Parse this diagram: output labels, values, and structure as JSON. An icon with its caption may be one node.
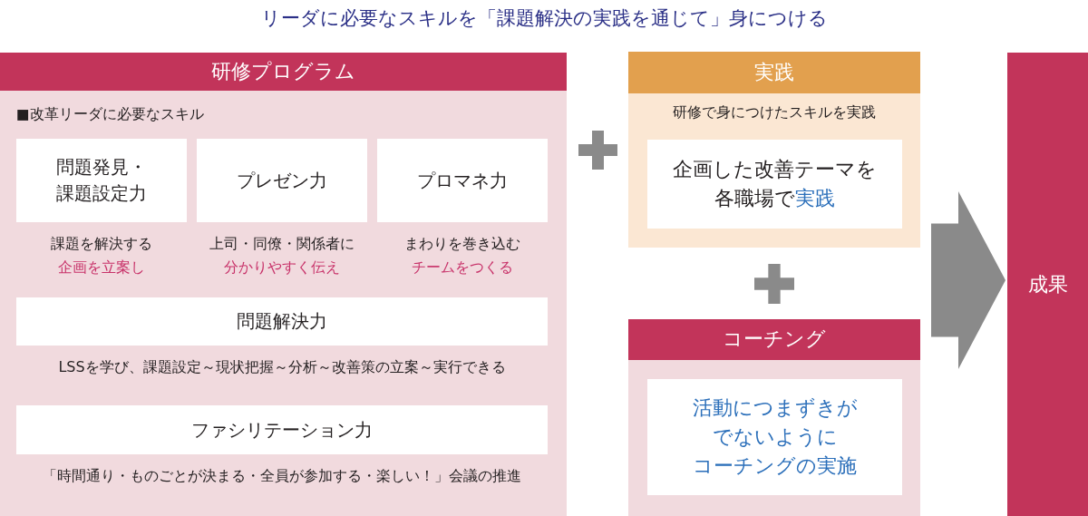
{
  "diagram": {
    "title": "リーダに必要なスキルを「課題解決の実践を通じて」身につける",
    "nodes": [
      {
        "text": [
          "研修プログラム",
          "■改革リーダに必要なスキル"
        ]
      },
      {
        "text": [
          "問題発見・課題設定力"
        ],
        "in": 0,
        "beside": [
          "課題を解決する",
          "企画を立案し"
        ]
      },
      {
        "text": [
          "プレゼン力"
        ],
        "in": 0,
        "beside": [
          "上司・同僚・関係者に",
          "分かりやすく伝え"
        ]
      },
      {
        "text": [
          "プロマネ力"
        ],
        "in": 0,
        "beside": [
          "まわりを巻き込む",
          "チームをつくる"
        ]
      },
      {
        "text": [
          "問題解決力"
        ],
        "in": 0,
        "beside": [
          "LSSを学び、課題設定～現状把握～分析～改善策の立案～実行できる"
        ]
      },
      {
        "text": [
          "ファシリテーション力"
        ],
        "in": 0,
        "beside": [
          "「時間通り・ものごとが決まる・全員が参加する・楽しい！」会議の推進"
        ]
      },
      {
        "text": [
          "実践",
          "研修で身につけたスキルを実践"
        ]
      },
      {
        "text": [
          "企画した改善テーマを各職場で",
          "実践"
        ],
        "in": 6
      },
      {
        "text": [
          "コーチング"
        ]
      },
      {
        "text": [
          "活動につまずきがでないようにコーチングの実施"
        ],
        "in": 8
      },
      {
        "text": [
          "成果"
        ]
      }
    ],
    "edges": [
      {
        "from": null,
        "to": 10,
        "arrow": "to"
      }
    ]
  }
}
